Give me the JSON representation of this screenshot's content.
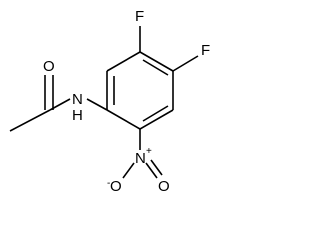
{
  "molecule": {
    "fluorine_top": "F",
    "fluorine_right": "F",
    "amide_nitrogen": "N",
    "amide_hydrogen": "H",
    "carbonyl_oxygen": "O",
    "nitro_nitrogen": "N",
    "nitro_plus": "+",
    "nitro_oxygen_single": "O",
    "nitro_oxygen_minus": "-",
    "nitro_oxygen_double": "O"
  }
}
